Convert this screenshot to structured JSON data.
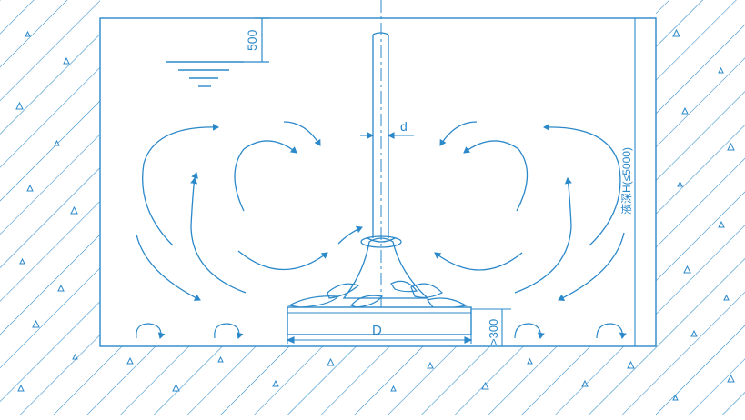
{
  "diagram": {
    "line_color": "#2b88c9",
    "hatch_color": "#2b88c9",
    "background": "#ffffff",
    "labels": {
      "top_dim": "500",
      "shaft_dim": "d",
      "impeller_dim": "D",
      "bottom_dim": ">300",
      "height_dim": "液深H(≤5000)"
    }
  }
}
